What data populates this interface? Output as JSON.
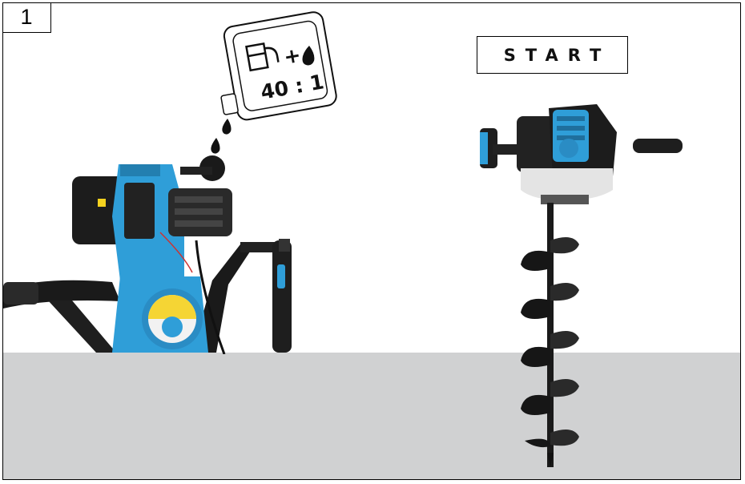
{
  "step": {
    "number": "1"
  },
  "start_label": {
    "text": "START"
  },
  "fuel_can": {
    "ratio": "40 : 1",
    "icons": [
      "fuel-pump-icon",
      "plus-sign",
      "oil-drop-icon"
    ]
  },
  "colors": {
    "ground": "#d0d1d2",
    "accent_blue": "#2f9ed8",
    "engine_black": "#1c1c1c"
  }
}
